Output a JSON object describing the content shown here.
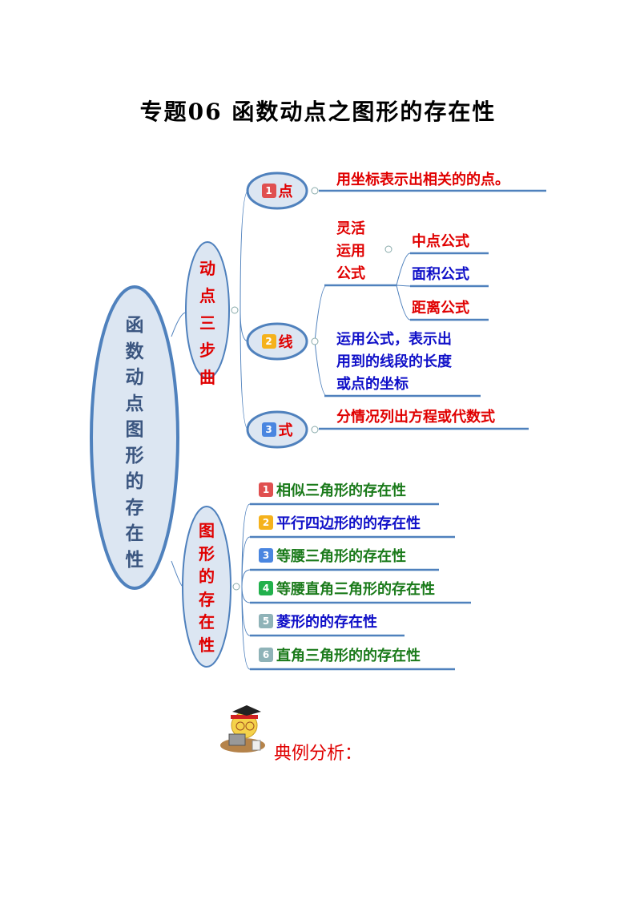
{
  "title": "专题06  函数动点之图形的存在性",
  "root": [
    "函",
    "数",
    "动",
    "点",
    "图",
    "形",
    "的",
    "存",
    "在",
    "性"
  ],
  "branch1": {
    "label": [
      "动",
      "点",
      "三",
      "步",
      "曲"
    ],
    "steps": [
      {
        "num": "1",
        "label": "点",
        "note": "用坐标表示出相关的的点。"
      },
      {
        "num": "2",
        "label": "线",
        "flex": [
          "灵活",
          "运用",
          "公式"
        ],
        "formulas": [
          "中点公式",
          "面积公式",
          "距离公式"
        ],
        "note": [
          "运用公式，表示出",
          "用到的线段的长度",
          "或点的坐标"
        ]
      },
      {
        "num": "3",
        "label": "式",
        "note": "分情况列出方程或代数式"
      }
    ]
  },
  "branch2": {
    "label": [
      "图",
      "形",
      "的",
      "存",
      "在",
      "性"
    ],
    "items": [
      {
        "num": "1",
        "text": "相似三角形的存在性",
        "badge": "#e05050"
      },
      {
        "num": "2",
        "text": "平行四边形的的存在性",
        "badge": "#f5b21c"
      },
      {
        "num": "3",
        "text": "等腰三角形的存在性",
        "badge": "#4a86e0"
      },
      {
        "num": "4",
        "text": "等腰直角三角形的存在性",
        "badge": "#22b14c"
      },
      {
        "num": "5",
        "text": "菱形的的存在性",
        "badge": "#8fb3b8"
      },
      {
        "num": "6",
        "text": "直角三角形的的存在性",
        "badge": "#8fb3b8"
      }
    ]
  },
  "colors": {
    "node_fill": "#dce6f2",
    "node_stroke": "#4f81bd",
    "line": "#4f81bd"
  },
  "example_label": "典例分析："
}
